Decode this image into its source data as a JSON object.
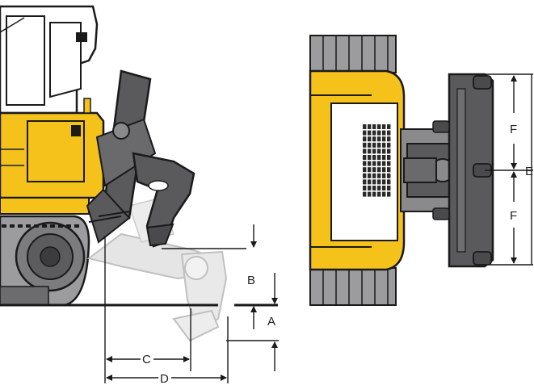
{
  "colors": {
    "machine_yellow": "#f4c21b",
    "machine_dark": "#5a5a5c",
    "machine_mid": "#8a8a8c",
    "line": "#1a1a1a",
    "ghost": "#d4d4d4",
    "track_gray": "#9c9c9e"
  },
  "labels": {
    "a": "A",
    "b": "B",
    "c": "C",
    "d": "D",
    "e": "E",
    "f_top": "F",
    "f_bottom": "F"
  }
}
